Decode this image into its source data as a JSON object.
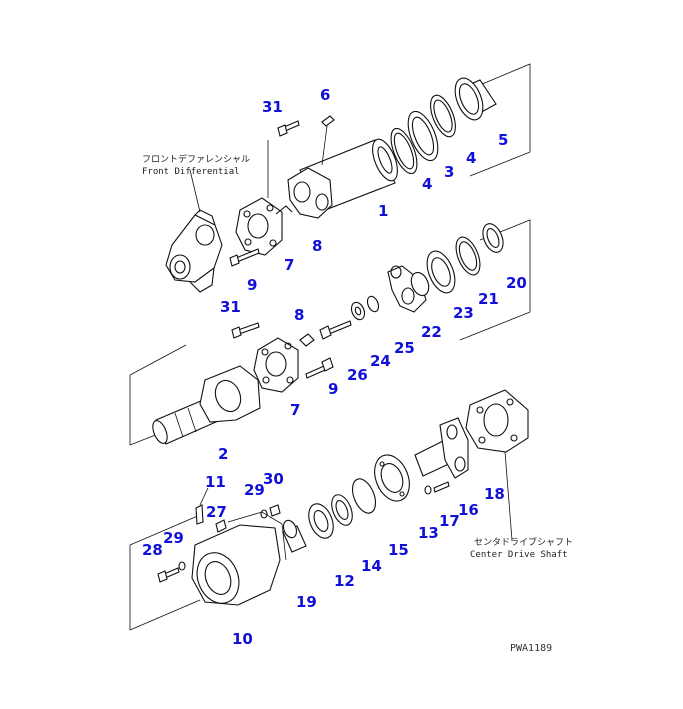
{
  "captions": {
    "front_differential_jp": "フロントデファレンシャル",
    "front_differential_en": "Front Differential",
    "center_drive_shaft_jp": "センタドライブシャフト",
    "center_drive_shaft_en": "Center Drive Shaft"
  },
  "drawing_code": "PWA1189",
  "callouts": [
    {
      "id": "c31a",
      "label": "31"
    },
    {
      "id": "c6",
      "label": "6"
    },
    {
      "id": "c5",
      "label": "5"
    },
    {
      "id": "c4a",
      "label": "4"
    },
    {
      "id": "c3",
      "label": "3"
    },
    {
      "id": "c4b",
      "label": "4"
    },
    {
      "id": "c1",
      "label": "1"
    },
    {
      "id": "c8a",
      "label": "8"
    },
    {
      "id": "c7a",
      "label": "7"
    },
    {
      "id": "c9a",
      "label": "9"
    },
    {
      "id": "c20",
      "label": "20"
    },
    {
      "id": "c21",
      "label": "21"
    },
    {
      "id": "c23",
      "label": "23"
    },
    {
      "id": "c22",
      "label": "22"
    },
    {
      "id": "c31b",
      "label": "31"
    },
    {
      "id": "c8b",
      "label": "8"
    },
    {
      "id": "c26",
      "label": "26"
    },
    {
      "id": "c24",
      "label": "24"
    },
    {
      "id": "c25",
      "label": "25"
    },
    {
      "id": "c9b",
      "label": "9"
    },
    {
      "id": "c7b",
      "label": "7"
    },
    {
      "id": "c2",
      "label": "2"
    },
    {
      "id": "c11",
      "label": "11"
    },
    {
      "id": "c30",
      "label": "30"
    },
    {
      "id": "c29a",
      "label": "29"
    },
    {
      "id": "c27",
      "label": "27"
    },
    {
      "id": "c18",
      "label": "18"
    },
    {
      "id": "c16",
      "label": "16"
    },
    {
      "id": "c17",
      "label": "17"
    },
    {
      "id": "c13",
      "label": "13"
    },
    {
      "id": "c15",
      "label": "15"
    },
    {
      "id": "c14",
      "label": "14"
    },
    {
      "id": "c12",
      "label": "12"
    },
    {
      "id": "c19",
      "label": "19"
    },
    {
      "id": "c28",
      "label": "28"
    },
    {
      "id": "c29b",
      "label": "29"
    },
    {
      "id": "c10",
      "label": "10"
    }
  ]
}
